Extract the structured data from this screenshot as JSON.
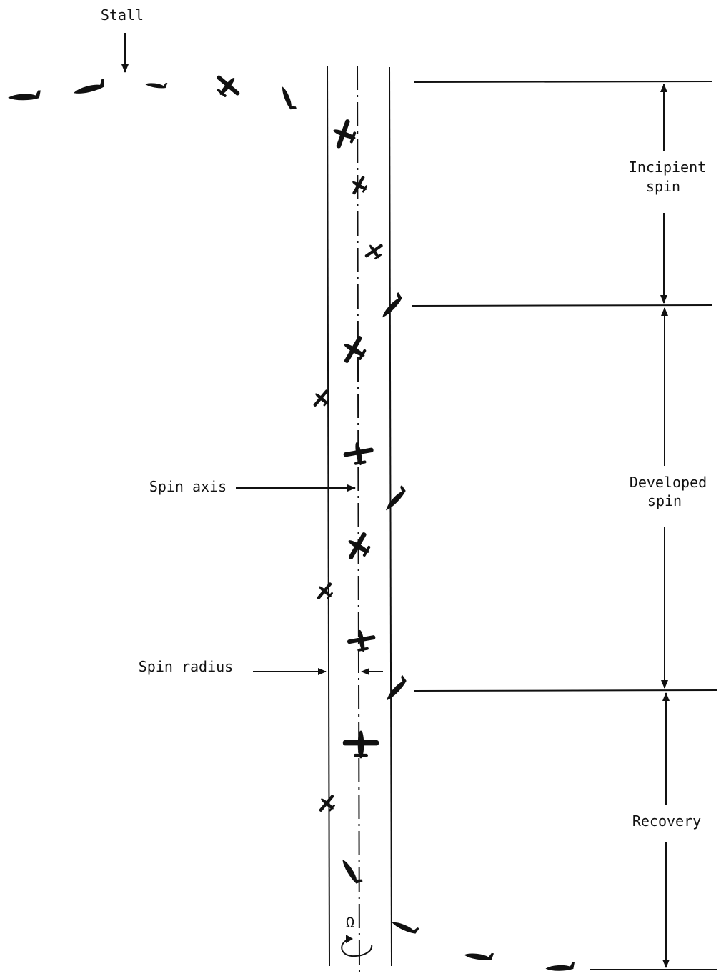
{
  "labels": {
    "stall": "Stall",
    "spin_axis": "Spin axis",
    "spin_radius": "Spin radius",
    "phase_incipient_line1": "Incipient",
    "phase_incipient_line2": "spin",
    "phase_developed_line1": "Developed",
    "phase_developed_line2": "spin",
    "phase_recovery": "Recovery",
    "rotation_symbol": "Ω"
  },
  "colors": {
    "ink": "#111111",
    "background": "#ffffff"
  }
}
